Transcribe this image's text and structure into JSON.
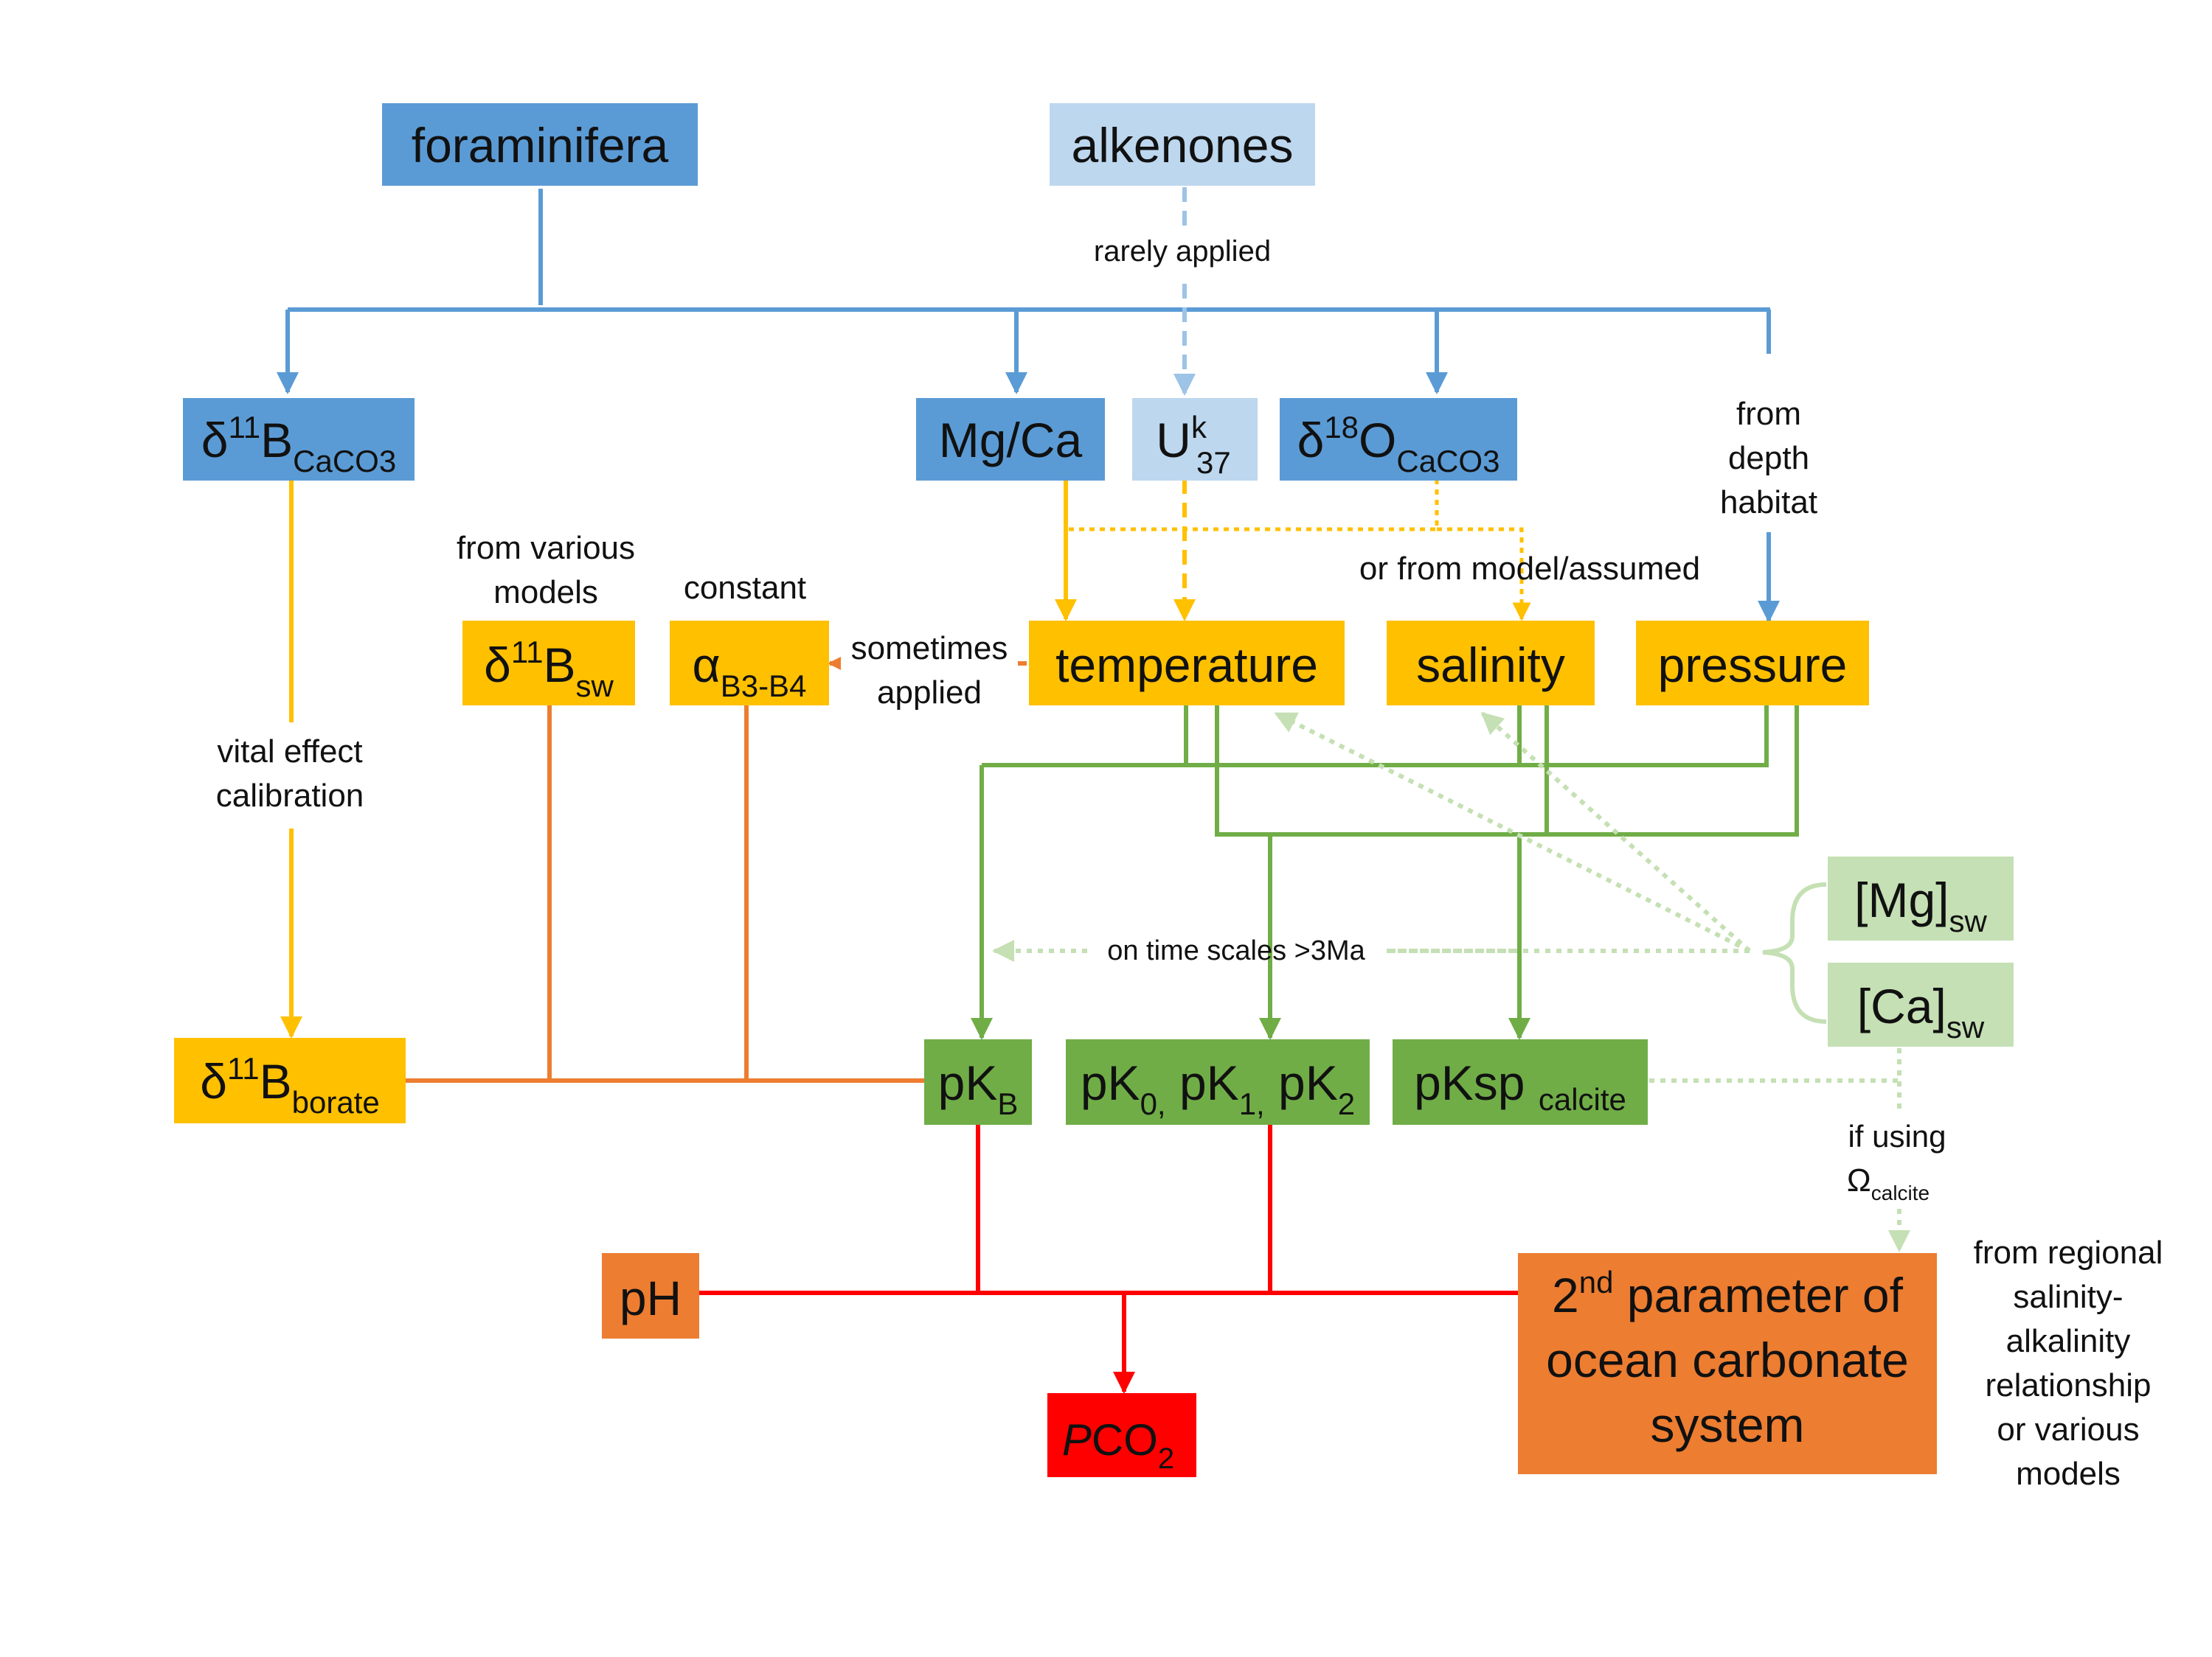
{
  "colors": {
    "blue_dark": "#5B9BD5",
    "blue_light": "#BDD7EE",
    "yellow": "#FFC000",
    "orange_line": "#ED7D31",
    "orange_box": "#ED7D31",
    "green": "#70AD47",
    "green_light": "#C5E0B4",
    "red": "#FF0000",
    "text": "#111111"
  },
  "nodes": {
    "foraminifera": {
      "label": "foraminifera"
    },
    "alkenones": {
      "label": "alkenones"
    },
    "d11b_caco3": {
      "main": "δ",
      "sup": "11",
      "main2": "B",
      "sub": "CaCO3"
    },
    "mgca": {
      "label": "Mg/Ca"
    },
    "uk37": {
      "main": "U",
      "sup": "k",
      "sub": "37"
    },
    "d18o_caco3": {
      "main": "δ",
      "sup": "18",
      "main2": "O",
      "sub": "CaCO3"
    },
    "d11b_sw": {
      "main": "δ",
      "sup": "11",
      "main2": "B",
      "sub": "sw"
    },
    "alpha": {
      "main": "α",
      "sub": "B3-B4"
    },
    "temperature": {
      "label": "temperature"
    },
    "salinity": {
      "label": "salinity"
    },
    "pressure": {
      "label": "pressure"
    },
    "mg_sw": {
      "main": "[Mg]",
      "sub": "sw"
    },
    "ca_sw": {
      "main": "[Ca]",
      "sub": "sw"
    },
    "d11b_borate": {
      "main": "δ",
      "sup": "11",
      "main2": "B",
      "sub": "borate"
    },
    "pkb": {
      "main": "pK",
      "sub": "B"
    },
    "pk012": {
      "p1": "pK",
      "s1": "0,",
      "p2": " pK",
      "s2": "1,",
      "p3": " pK",
      "s3": "2"
    },
    "pksp": {
      "main": "pKsp ",
      "sub": "calcite"
    },
    "ph": {
      "label": "pH"
    },
    "pco2": {
      "italic": "P",
      "main": "CO",
      "sub": "2"
    },
    "second_param": {
      "line1_main": "2",
      "line1_sup": "nd",
      "line1_rest": " parameter of",
      "line2": "ocean carbonate",
      "line3": "system"
    }
  },
  "annotations": {
    "rarely_applied": "rarely applied",
    "from_depth_habitat": [
      "from",
      "depth",
      "habitat"
    ],
    "from_various_models": [
      "from various",
      "models"
    ],
    "constant": "constant",
    "or_from_model": "or from model/assumed",
    "sometimes_applied": [
      "sometimes",
      "applied"
    ],
    "vital_effect": [
      "vital effect",
      "calibration"
    ],
    "time_scales": "on time scales >3Ma",
    "if_using": "if using",
    "omega": "Ω",
    "omega_sub": "calcite",
    "from_regional": [
      "from regional",
      "salinity-",
      "alkalinity",
      "relationship",
      "or various",
      "models"
    ]
  }
}
